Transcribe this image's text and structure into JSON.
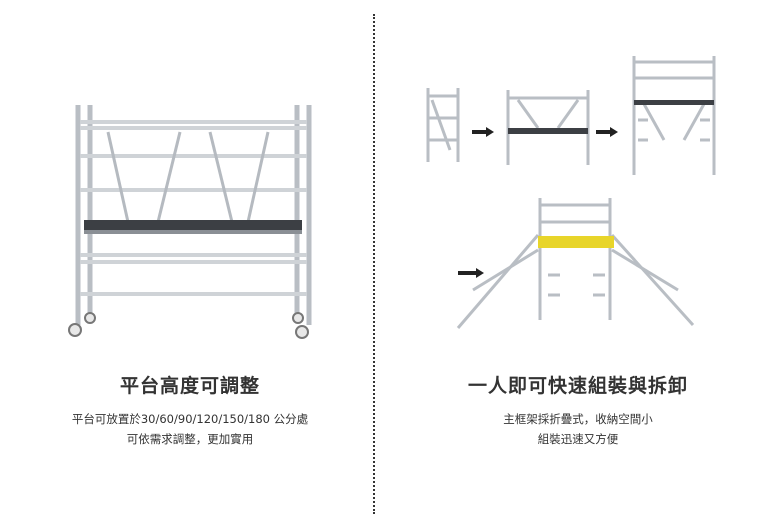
{
  "left": {
    "title": "平台高度可調整",
    "desc_lines": [
      "平台可放置於30/60/90/120/150/180 公分處",
      "可依需求調整，更加實用"
    ]
  },
  "right": {
    "title": "一人即可快速組裝與拆卸",
    "desc_lines": [
      "主框架採折疊式，收納空間小",
      "組裝迅速又方便"
    ]
  },
  "colors": {
    "frame": "#b9bec4",
    "platform": "#3c3f44",
    "deck_yellow": "#e8d52a",
    "arrow": "#222222"
  }
}
